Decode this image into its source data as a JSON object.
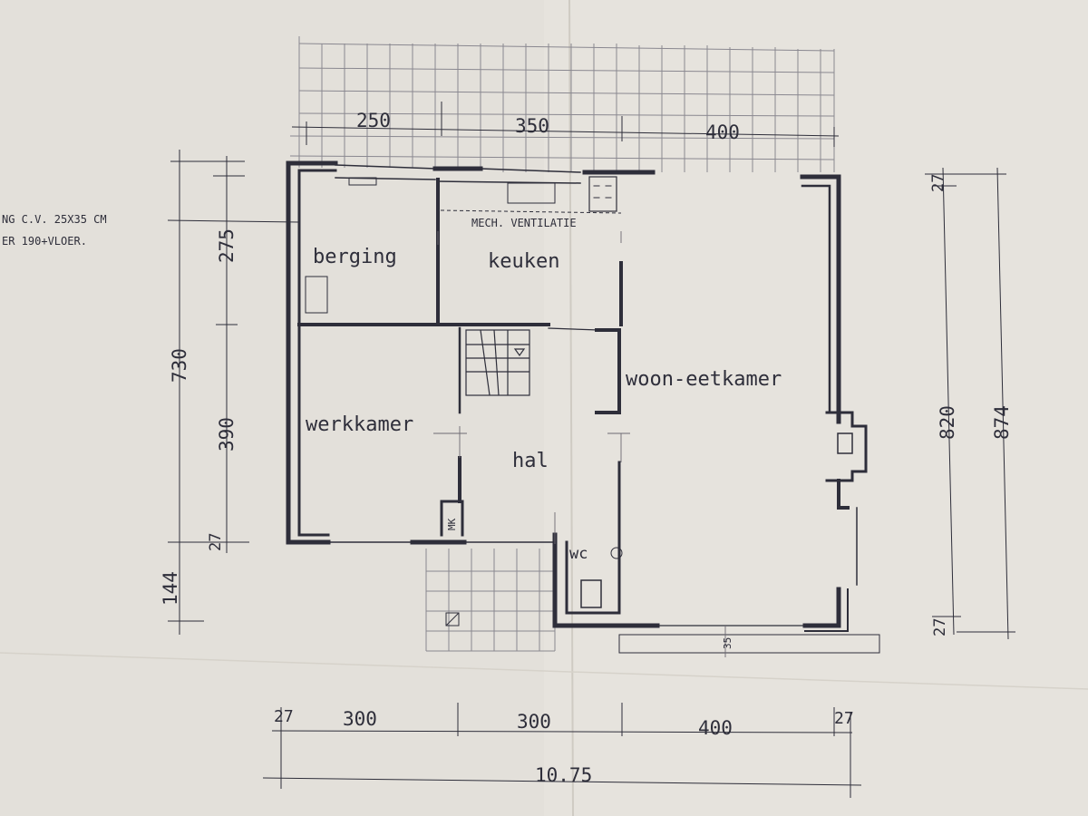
{
  "rooms": {
    "berging": "berging",
    "keuken": "keuken",
    "woon": "woon-eetkamer",
    "werkkamer": "werkkamer",
    "hal": "hal",
    "wc": "wc",
    "mk": "MK"
  },
  "notes": {
    "ventilation": "MECH. VENTILATIE",
    "cv_line1": "NG C.V. 25X35 CM",
    "cv_line2": "ER 190+VLOER."
  },
  "dimensions": {
    "top": [
      "250",
      "350",
      "400"
    ],
    "bottom": [
      "27",
      "300",
      "300",
      "400",
      "27"
    ],
    "total_width": "10.75",
    "left_outer": "730",
    "left_inner": [
      "275",
      "390",
      "27"
    ],
    "left_bottom": "144",
    "right_inner": "820",
    "right_outer": "874",
    "right_27_top": "27",
    "right_27_bottom": "27",
    "step": "35"
  },
  "colors": {
    "paper": "#e3e0da",
    "ink": "#2e2e3a",
    "grid": "#8a8890"
  }
}
